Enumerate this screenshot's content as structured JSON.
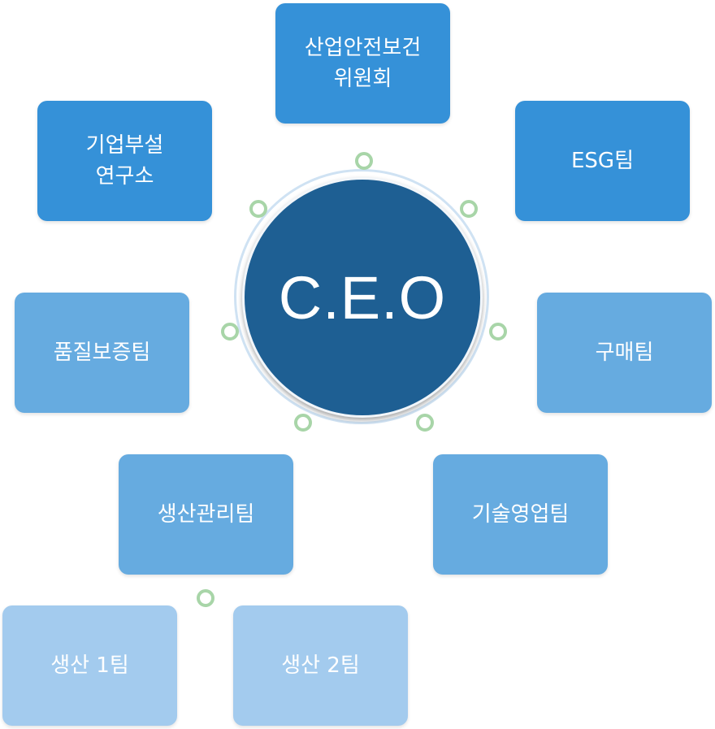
{
  "center": {
    "label": "C.E.O"
  },
  "departments": {
    "safety": {
      "line1": "산업안전보건",
      "line2": "위원회"
    },
    "rnd": {
      "line1": "기업부설",
      "line2": "연구소"
    },
    "esg": {
      "line1": "ESG팀"
    },
    "quality": {
      "line1": "품질보증팀"
    },
    "purchase": {
      "line1": "구매팀"
    },
    "prodmgmt": {
      "line1": "생산관리팀"
    },
    "techsales": {
      "line1": "기술영업팀"
    },
    "prod1": {
      "line1": "생산 1팀"
    },
    "prod2": {
      "line1": "생산 2팀"
    }
  },
  "colors": {
    "center": "#1e5f93",
    "level1": "#3591d8",
    "level2": "#66abe0",
    "level3": "#a3cbee",
    "connector": "#a8d5a8"
  }
}
